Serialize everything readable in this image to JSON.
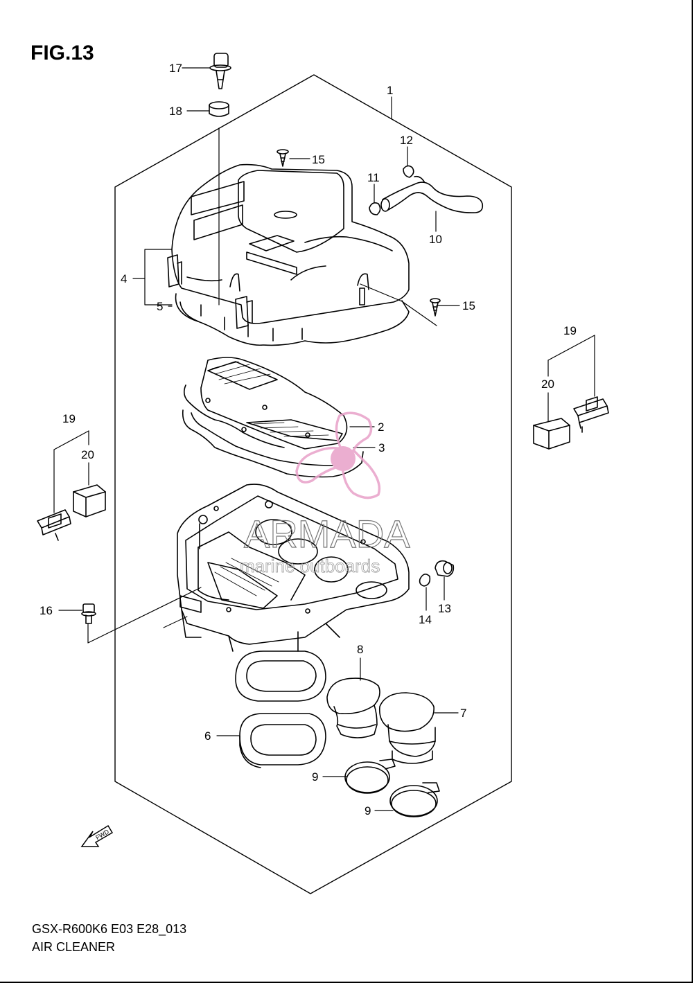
{
  "figure": {
    "title": "FIG.13"
  },
  "footer": {
    "model_code": "GSX-R600K6 E03 E28_013",
    "section_name": "AIR CLEANER"
  },
  "fwd_label": "FWD",
  "watermark": {
    "brand": "ARMADA",
    "tagline": "marine outboards",
    "color": "#e8a0c8"
  },
  "callouts": {
    "c1": "1",
    "c2": "2",
    "c3": "3",
    "c4": "4",
    "c5": "5",
    "c6": "6",
    "c7": "7",
    "c8": "8",
    "c9a": "9",
    "c9b": "9",
    "c10": "10",
    "c11": "11",
    "c12": "12",
    "c13": "13",
    "c14": "14",
    "c15a": "15",
    "c15b": "15",
    "c16": "16",
    "c17": "17",
    "c18": "18",
    "c19a": "19",
    "c19b": "19",
    "c20a": "20",
    "c20b": "20"
  }
}
